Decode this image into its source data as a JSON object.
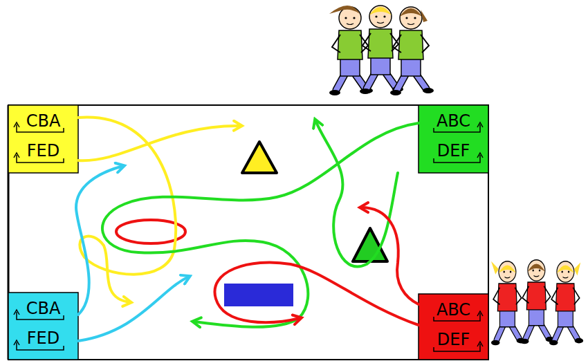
{
  "diagram": {
    "nodes": [
      {
        "text": [
          "CBA",
          "FED"
        ]
      },
      {
        "text": [
          "ABC",
          "DEF"
        ]
      },
      {
        "text": [
          "CBA",
          "FED"
        ]
      },
      {
        "text": [
          "ABC",
          "DEF"
        ]
      }
    ]
  }
}
